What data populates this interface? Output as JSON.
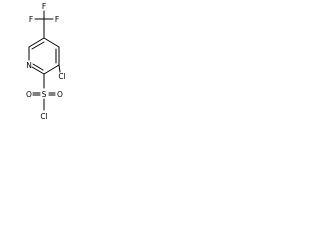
{
  "molecule": {
    "atoms": {
      "F_top": "F",
      "F_left": "F",
      "F_right": "F",
      "N_ring": "N",
      "Cl_ring": "Cl",
      "S": "S",
      "O_left": "O",
      "O_right": "O",
      "Cl_sulfonyl": "Cl"
    }
  }
}
